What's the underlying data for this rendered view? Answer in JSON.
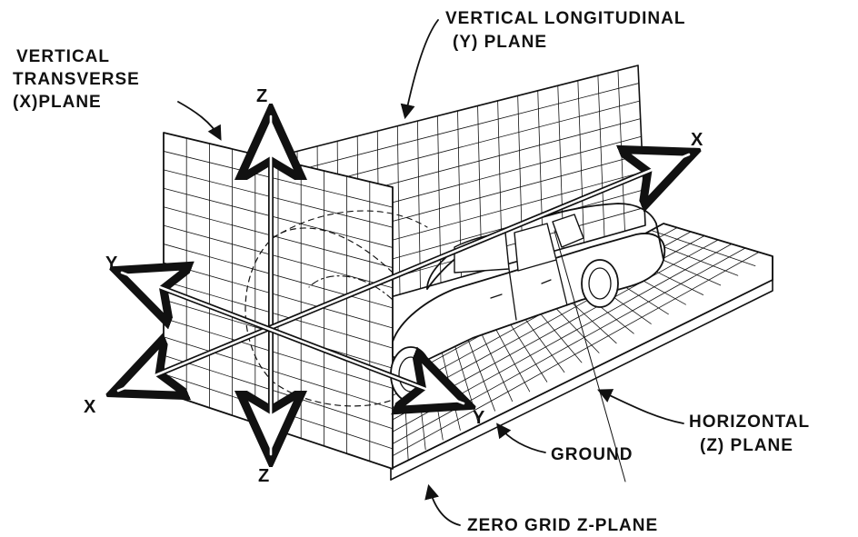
{
  "labels": {
    "vertical_transverse": [
      "VERTICAL",
      "TRANSVERSE",
      "(X)PLANE"
    ],
    "vertical_longitudinal": [
      "VERTICAL LONGITUDINAL",
      "(Y) PLANE"
    ],
    "horizontal": [
      "HORIZONTAL",
      "(Z) PLANE"
    ],
    "ground": "GROUND",
    "zero_grid": "ZERO GRID Z-PLANE",
    "axes": {
      "z_top": "Z",
      "z_bottom": "Z",
      "x_right": "X",
      "x_left": "X",
      "y_left": "Y",
      "y_right": "Y"
    }
  },
  "colors": {
    "ink": "#111111",
    "background": "#ffffff"
  }
}
